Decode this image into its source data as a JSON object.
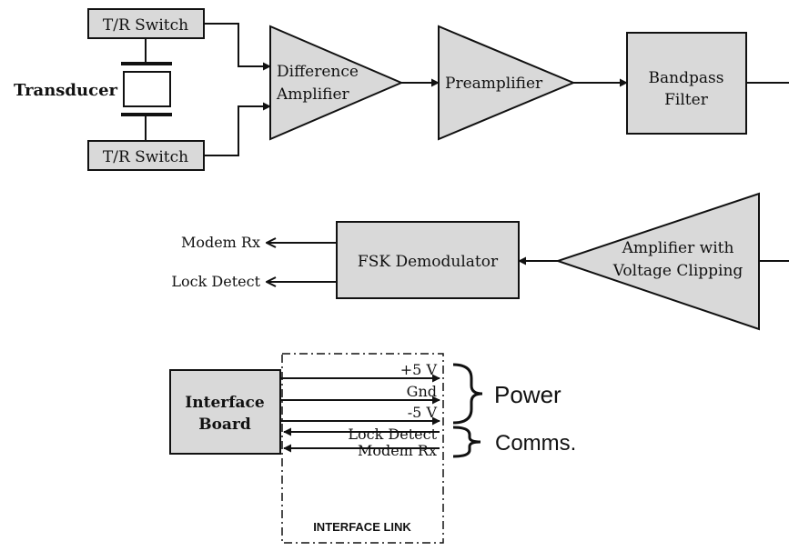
{
  "colors": {
    "block_fill": "#d9d9d9",
    "stroke": "#111111",
    "background": "#ffffff"
  },
  "top_chain": {
    "tr_switch_top": "T/R Switch",
    "tr_switch_bottom": "T/R Switch",
    "transducer": "Transducer",
    "difference_amplifier": [
      "Difference",
      "Amplifier"
    ],
    "preamplifier": "Preamplifier",
    "bandpass_filter": [
      "Bandpass",
      "Filter"
    ]
  },
  "middle_chain": {
    "amplifier_clipping": [
      "Amplifier with",
      "Voltage Clipping"
    ],
    "fsk_demodulator": "FSK Demodulator",
    "outputs": {
      "modem_rx": "Modem Rx",
      "lock_detect": "Lock Detect"
    }
  },
  "interface": {
    "board": [
      "Interface",
      "Board"
    ],
    "link_title": "INTERFACE LINK",
    "signals": {
      "plus5": "+5 V",
      "gnd": "Gnd",
      "minus5": "-5 V",
      "lock_detect": "Lock Detect",
      "modem_rx": "Modem Rx"
    },
    "groups": {
      "power": "Power",
      "comms": "Comms."
    }
  }
}
